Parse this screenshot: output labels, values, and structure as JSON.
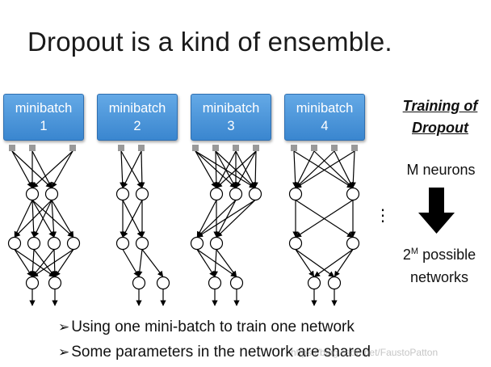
{
  "title": "Dropout is a kind of ensemble.",
  "minibatches": [
    {
      "label": "minibatch",
      "num": "1"
    },
    {
      "label": "minibatch",
      "num": "2"
    },
    {
      "label": "minibatch",
      "num": "3"
    },
    {
      "label": "minibatch",
      "num": "4"
    }
  ],
  "training": {
    "line1": "Training of",
    "line2": "Dropout"
  },
  "m_neurons": "M neurons",
  "possible": {
    "base": "2",
    "exp": "M",
    "rest": " possible",
    "line2": "networks"
  },
  "ellipsis": "⋮",
  "bullets": [
    {
      "glyph": "➢",
      "text": "Using one mini-batch to train one network"
    },
    {
      "glyph": "➢",
      "text": "Some parameters in the network are shared"
    }
  ],
  "watermark": "https://blog.csdn.net/FaustoPatton",
  "colors": {
    "box_top": "#64a9e6",
    "box_bottom": "#3a86cf",
    "input_square": "#999999",
    "arrow": "#000000"
  }
}
